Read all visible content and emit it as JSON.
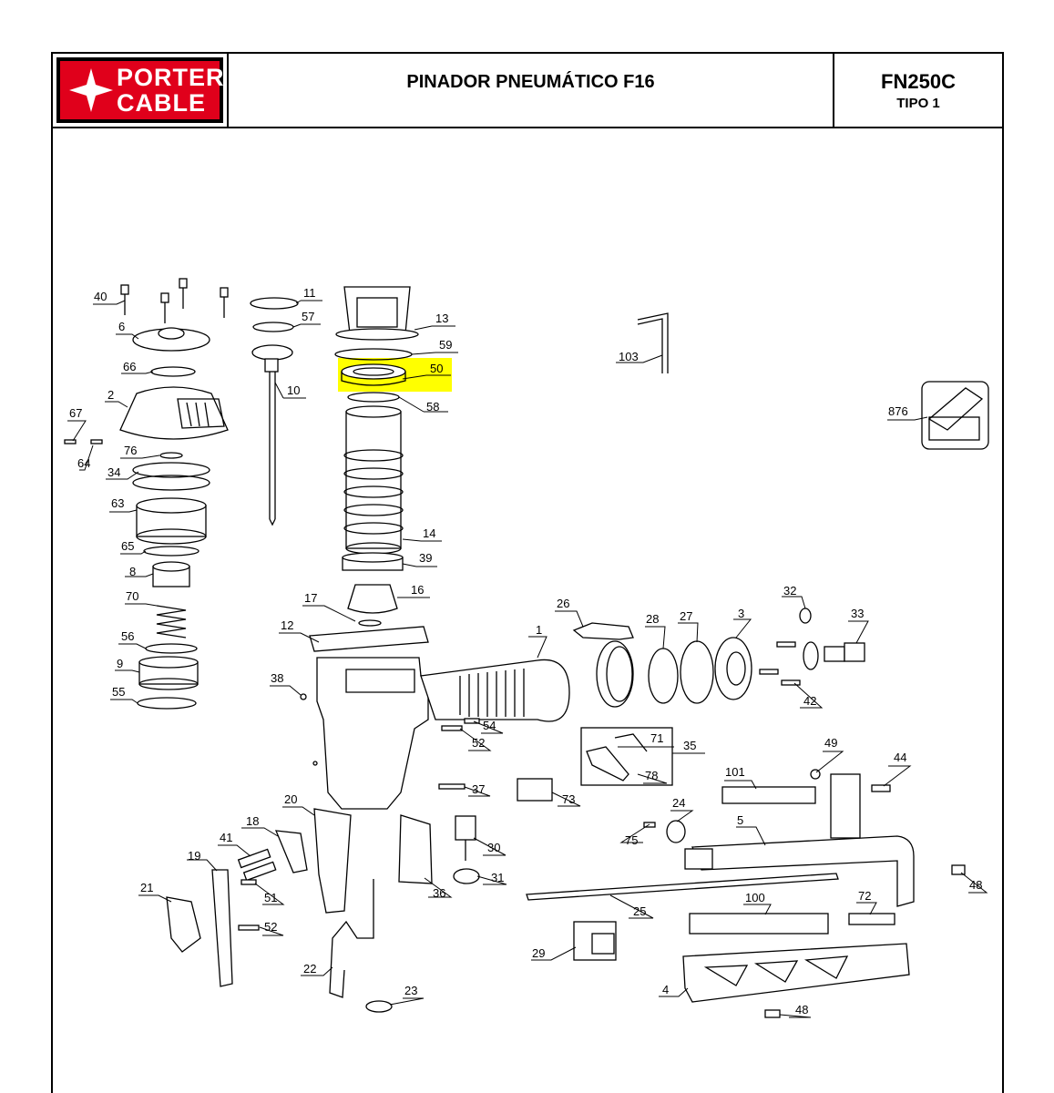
{
  "header": {
    "brand_line1": "PORTER",
    "brand_line2": "CABLE",
    "title": "PINADOR PNEUMÁTICO F16",
    "model": "FN250C",
    "type": "TIPO 1"
  },
  "highlight": {
    "part": "50",
    "color": "#ffff00"
  },
  "parts": {
    "p1": "1",
    "p2": "2",
    "p3": "3",
    "p4": "4",
    "p5": "5",
    "p6": "6",
    "p8": "8",
    "p9": "9",
    "p10": "10",
    "p11": "11",
    "p12": "12",
    "p13": "13",
    "p14": "14",
    "p16": "16",
    "p17": "17",
    "p18": "18",
    "p19": "19",
    "p20": "20",
    "p21": "21",
    "p22": "22",
    "p23": "23",
    "p24": "24",
    "p25": "25",
    "p26": "26",
    "p27": "27",
    "p28": "28",
    "p29": "29",
    "p30": "30",
    "p31": "31",
    "p32": "32",
    "p33": "33",
    "p34": "34",
    "p35": "35",
    "p36": "36",
    "p37": "37",
    "p38": "38",
    "p39": "39",
    "p40": "40",
    "p41": "41",
    "p42": "42",
    "p44": "44",
    "p48a": "48",
    "p48b": "48",
    "p49": "49",
    "p50": "50",
    "p51": "51",
    "p52a": "52",
    "p52b": "52",
    "p54": "54",
    "p55": "55",
    "p56": "56",
    "p57": "57",
    "p58": "58",
    "p59": "59",
    "p63": "63",
    "p64": "64",
    "p65": "65",
    "p66": "66",
    "p67": "67",
    "p70": "70",
    "p71": "71",
    "p72": "72",
    "p73": "73",
    "p75": "75",
    "p76": "76",
    "p78": "78",
    "p100": "100",
    "p101": "101",
    "p103": "103",
    "p876": "876"
  }
}
